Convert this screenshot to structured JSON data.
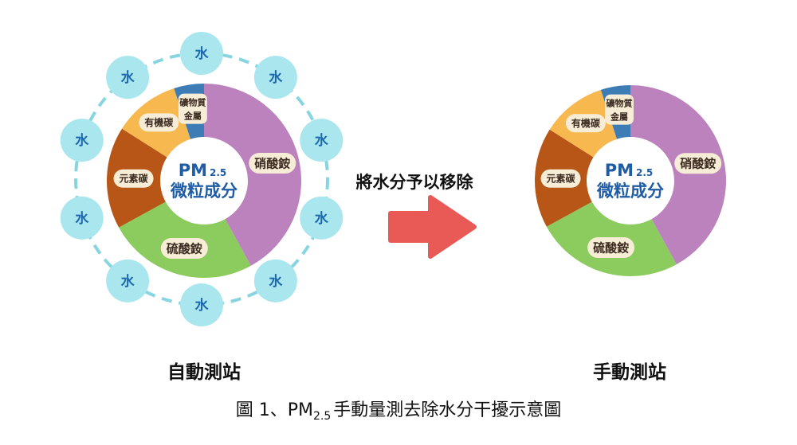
{
  "colors": {
    "water_circle": "#a9e6ee",
    "water_text": "#1c67ad",
    "dash_ring": "#88d5e2",
    "nitrate": "#bb82bd",
    "sulfate": "#8ccb5e",
    "elemental_carbon": "#b85618",
    "organic_carbon": "#f6b84f",
    "mineral_metal": "#3e7cb6",
    "label_pill": "#f7ecd6",
    "label_text": "#3b2a20",
    "center_text": "#1f5ca6",
    "arrow": "#e95a57",
    "title_text": "#111111"
  },
  "composition_slices": [
    {
      "id": "nitrate",
      "label": "硝酸銨",
      "share": 0.42,
      "color": "#bb82bd"
    },
    {
      "id": "sulfate",
      "label": "硫酸銨",
      "share": 0.25,
      "color": "#8ccb5e"
    },
    {
      "id": "elemental_carbon",
      "label": "元素碳",
      "share": 0.17,
      "color": "#b85618"
    },
    {
      "id": "organic_carbon",
      "label": "有機碳",
      "share": 0.11,
      "color": "#f6b84f"
    },
    {
      "id": "mineral_metal",
      "label_line1": "礦物質",
      "label_line2": "金屬",
      "share": 0.05,
      "color": "#3e7cb6"
    }
  ],
  "donut_center": {
    "pm": "PM",
    "subscript": "2.5",
    "label": "微粒成分"
  },
  "water_label": "水",
  "water_circle_count": 10,
  "auto_station_title": "自動測站",
  "manual_station_title": "手動測站",
  "arrow_label": "將水分予以移除",
  "caption": {
    "prefix": "圖 1、PM",
    "subscript": "2.5",
    "suffix": "手動量測去除水分干擾示意圖"
  }
}
